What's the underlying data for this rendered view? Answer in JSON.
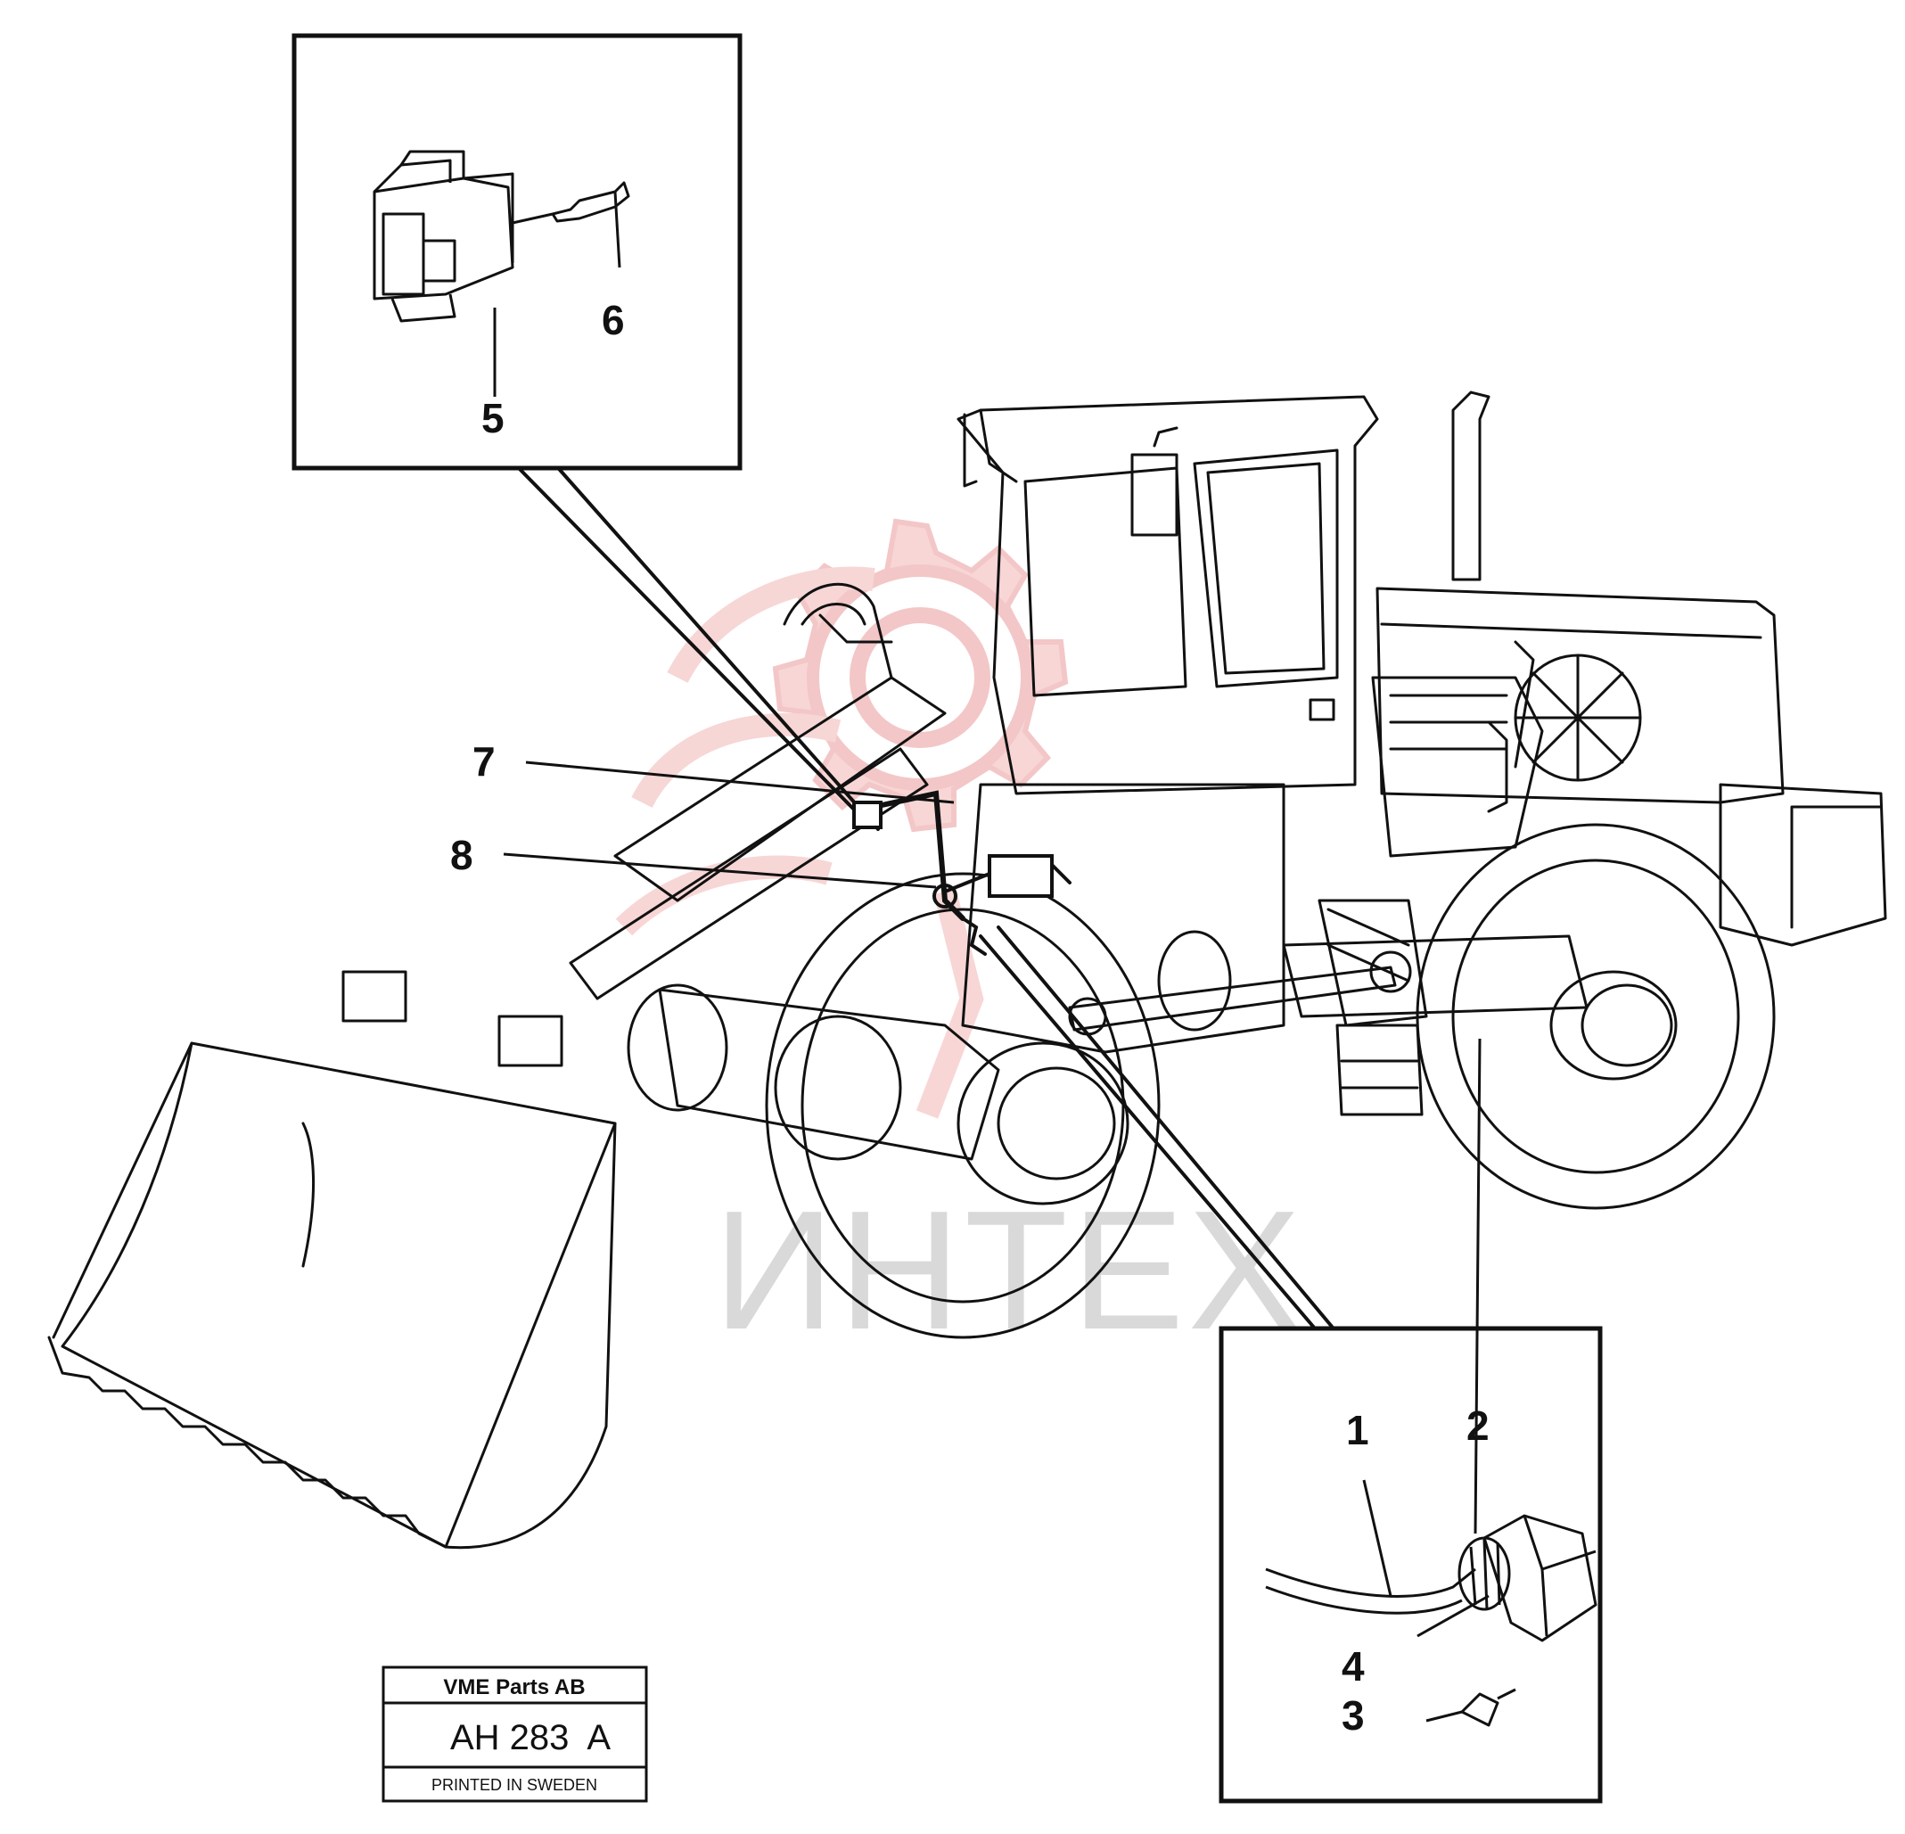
{
  "callouts": {
    "c1": "1",
    "c2": "2",
    "c3": "3",
    "c4": "4",
    "c5": "5",
    "c6": "6",
    "c7": "7",
    "c8": "8"
  },
  "stamp": {
    "company": "VME Parts AB",
    "code": "AH 283  A",
    "printed": "PRINTED IN SWEDEN"
  },
  "watermark": {
    "text": "ИНТЕХ",
    "color": "#e8a0a0"
  }
}
